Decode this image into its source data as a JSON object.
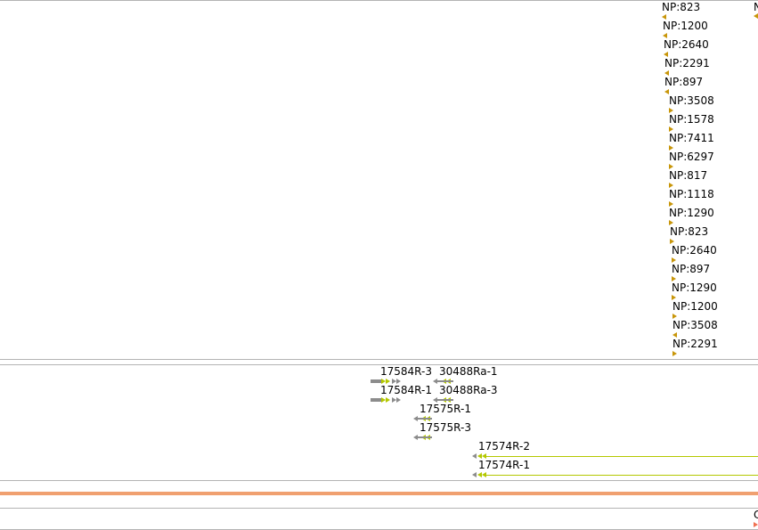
{
  "colors": {
    "np_marker": "#c8960a",
    "grey_feature": "#8c8c8c",
    "yellow_feature": "#b4c800",
    "track_divider": "#b4b4b4",
    "orange_band": "#f0a070"
  },
  "np_track": {
    "items": [
      {
        "label": "NP:823",
        "dir": "left"
      },
      {
        "label": "NP:1200",
        "dir": "left"
      },
      {
        "label": "NP:2640",
        "dir": "left"
      },
      {
        "label": "NP:2291",
        "dir": "left"
      },
      {
        "label": "NP:897",
        "dir": "left"
      },
      {
        "label": "NP:3508",
        "dir": "right"
      },
      {
        "label": "NP:1578",
        "dir": "right"
      },
      {
        "label": "NP:7411",
        "dir": "right"
      },
      {
        "label": "NP:6297",
        "dir": "right"
      },
      {
        "label": "NP:817",
        "dir": "right"
      },
      {
        "label": "NP:1118",
        "dir": "right"
      },
      {
        "label": "NP:1290",
        "dir": "right"
      },
      {
        "label": "NP:823",
        "dir": "right"
      },
      {
        "label": "NP:2640",
        "dir": "right"
      },
      {
        "label": "NP:897",
        "dir": "right"
      },
      {
        "label": "NP:1290",
        "dir": "right"
      },
      {
        "label": "NP:1200",
        "dir": "right"
      },
      {
        "label": "NP:3508",
        "dir": "left"
      },
      {
        "label": "NP:2291",
        "dir": "right"
      }
    ],
    "edge_label": "N"
  },
  "gene_track": {
    "features": [
      {
        "label": "17584R-3"
      },
      {
        "label": "30488Ra-1"
      },
      {
        "label": "17584R-1"
      },
      {
        "label": "30488Ra-3"
      },
      {
        "label": "17575R-1"
      },
      {
        "label": "17575R-3"
      },
      {
        "label": "17574R-2"
      },
      {
        "label": "17574R-1"
      }
    ]
  },
  "bottom_track": {
    "edge_label": "C"
  }
}
